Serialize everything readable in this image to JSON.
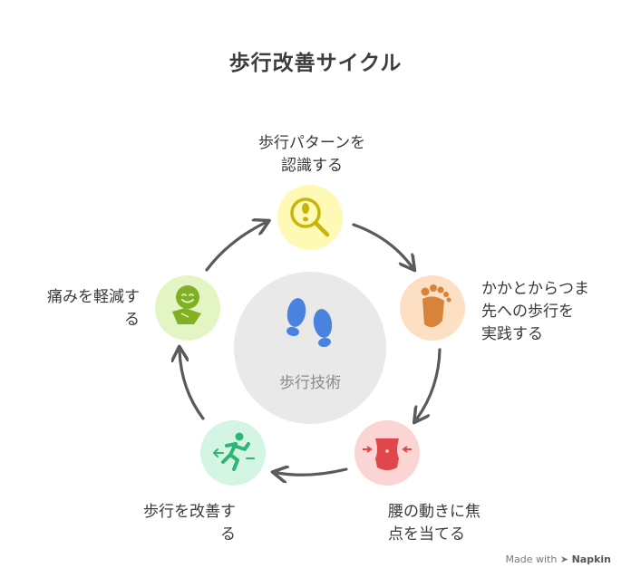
{
  "title": "歩行改善サイクル",
  "center": {
    "label": "歩行技術",
    "icon": "footprints-icon",
    "icon_color": "#4a82e0",
    "circle_color": "#e9e9e9"
  },
  "steps": [
    {
      "lines": [
        "歩行パターンを",
        "認識する"
      ],
      "icon": "footprint-magnifier-icon",
      "color": "#fef9b5",
      "icon_color": "#c9b40c"
    },
    {
      "lines": [
        "かかとからつま",
        "先への歩行を",
        "実践する"
      ],
      "icon": "foot-icon",
      "color": "#fde0c4",
      "icon_color": "#d9823a"
    },
    {
      "lines": [
        "腰の動きに焦",
        "点を当てる"
      ],
      "icon": "waist-icon",
      "color": "#fbd4d4",
      "icon_color": "#e0474b"
    },
    {
      "lines": [
        "歩行を改善す",
        "る"
      ],
      "icon": "running-person-icon",
      "color": "#d4f5e4",
      "icon_color": "#2fb574"
    },
    {
      "lines": [
        "痛みを軽減す",
        "る"
      ],
      "icon": "healing-hand-icon",
      "color": "#e4f5c4",
      "icon_color": "#82b024"
    }
  ],
  "arrow_color": "#5a5a5a",
  "watermark": {
    "prefix": "Made with",
    "brand": "Napkin"
  }
}
